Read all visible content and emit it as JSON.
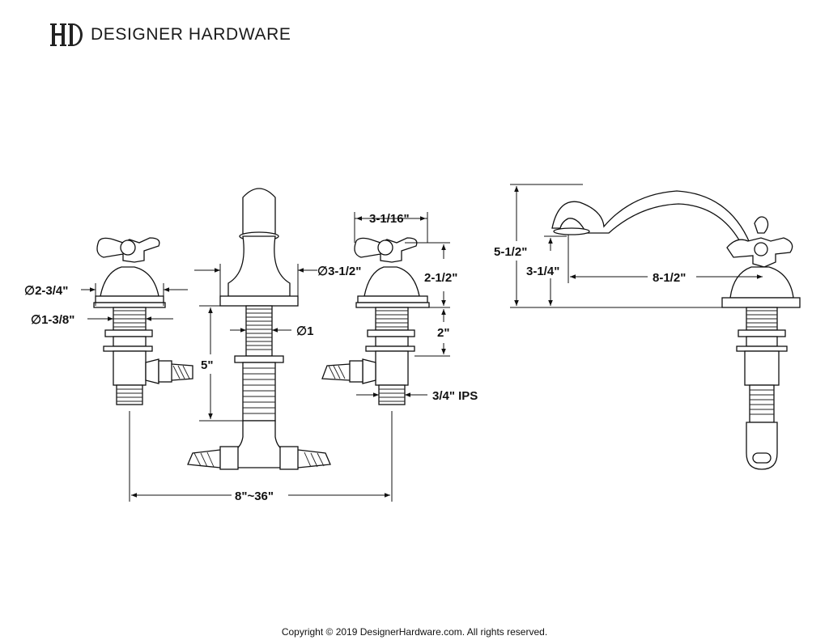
{
  "brand": {
    "logo_letters": "HD",
    "name": "DESIGNER HARDWARE"
  },
  "dimensions": {
    "handle_diameter": "∅2-3/4\"",
    "shank_diameter": "∅1-3/8\"",
    "spout_base_diameter": "∅3-1/2\"",
    "spout_shank_diameter": "∅1",
    "spout_shank_length": "5\"",
    "handle_base_width": "3-1/16\"",
    "handle_height": "2-1/2\"",
    "shank_length": "2\"",
    "connection": "3/4\" IPS",
    "center_spread": "8\"~36\"",
    "side_total_height": "5-1/2\"",
    "side_spout_height": "3-1/4\"",
    "side_spout_reach": "8-1/2\""
  },
  "footer": {
    "copyright": "Copyright © 2019 DesignerHardware.com. All rights reserved."
  }
}
